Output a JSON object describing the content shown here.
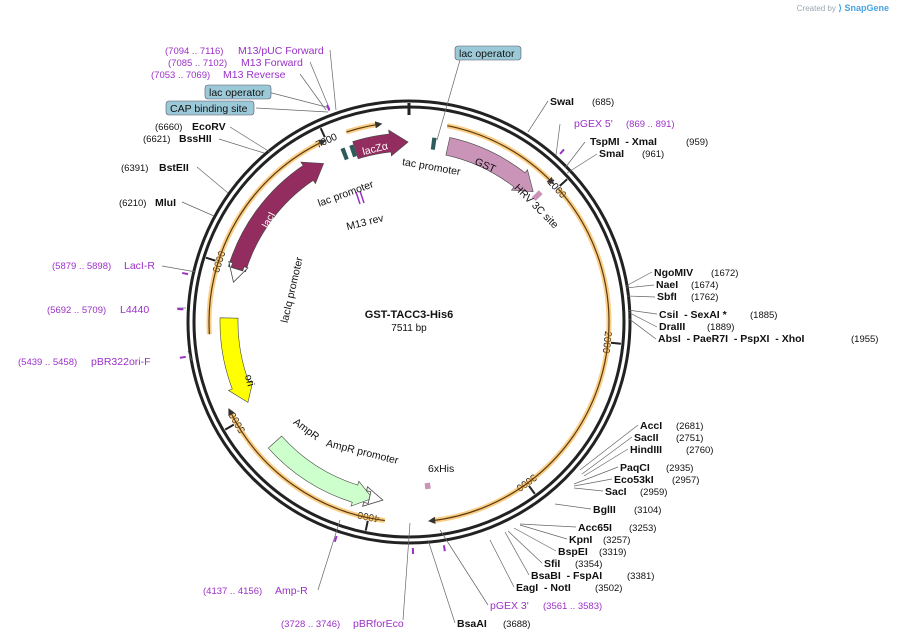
{
  "credit": {
    "prefix": "Created by",
    "brand": "SnapGene"
  },
  "plasmid": {
    "name": "GST-TACC3-His6",
    "length": "7511 bp",
    "length_bp": 7511
  },
  "ticks": [
    "1000",
    "2000",
    "3000",
    "4000",
    "5000",
    "6000",
    "7000"
  ],
  "features": {
    "lacZa": "lacZα",
    "lacI": "lacI",
    "GST": "GST",
    "ori": "ori",
    "AmpR": "AmpR",
    "lac_promoter": "lac promoter",
    "tac_promoter": "tac promoter",
    "lacIq_promoter": "lacIq promoter",
    "AmpR_promoter": "AmpR promoter",
    "HRV": "HRV 3C site",
    "M13rev": "M13 rev",
    "sixHis": "6xHis",
    "lac_operator_top": "lac operator",
    "lac_operator_left": "lac operator",
    "CAP": "CAP binding site"
  },
  "colors": {
    "lacZa": "#932d5f",
    "lacI": "#932d5f",
    "GST": "#c994b7",
    "ori": "#ffff00",
    "AmpR": "#ccffcc",
    "orf": "#f5a623",
    "box": "#9cc9d8",
    "primer": "#9b30c8"
  },
  "enzymes": [
    {
      "name": "SwaI",
      "pos": "(685)"
    },
    {
      "name": "TspMI  - XmaI",
      "pos": "(959)"
    },
    {
      "name": "SmaI",
      "pos": "(961)"
    },
    {
      "name": "NgoMIV",
      "pos": "(1672)"
    },
    {
      "name": "NaeI",
      "pos": "(1674)"
    },
    {
      "name": "SbfI",
      "pos": "(1762)"
    },
    {
      "name": "CsiI  - SexAI *",
      "pos": "(1885)"
    },
    {
      "name": "DraIII",
      "pos": "(1889)"
    },
    {
      "name": "AbsI  - PaeR7I  - PspXI  - XhoI",
      "pos": "(1955)"
    },
    {
      "name": "AccI",
      "pos": "(2681)"
    },
    {
      "name": "SacII",
      "pos": "(2751)"
    },
    {
      "name": "HindIII",
      "pos": "(2760)"
    },
    {
      "name": "PaqCI",
      "pos": "(2935)"
    },
    {
      "name": "Eco53kI",
      "pos": "(2957)"
    },
    {
      "name": "SacI",
      "pos": "(2959)"
    },
    {
      "name": "BglII",
      "pos": "(3104)"
    },
    {
      "name": "Acc65I",
      "pos": "(3253)"
    },
    {
      "name": "KpnI",
      "pos": "(3257)"
    },
    {
      "name": "BspEI",
      "pos": "(3319)"
    },
    {
      "name": "SfiI",
      "pos": "(3354)"
    },
    {
      "name": "BsaBI  - FspAI",
      "pos": "(3381)"
    },
    {
      "name": "EagI  - NotI",
      "pos": "(3502)"
    },
    {
      "name": "BsaAI",
      "pos": "(3688)"
    },
    {
      "name": "MluI",
      "pos": "(6210)"
    },
    {
      "name": "BstEII",
      "pos": "(6391)"
    },
    {
      "name": "BssHII",
      "pos": "(6621)"
    },
    {
      "name": "EcoRV",
      "pos": "(6660)"
    }
  ],
  "primers": [
    {
      "name": "pGEX 5'",
      "pos": "(869 .. 891)"
    },
    {
      "name": "pGEX 3'",
      "pos": "(3561 .. 3583)"
    },
    {
      "name": "pBRforEco",
      "pos": "(3728 .. 3746)"
    },
    {
      "name": "Amp-R",
      "pos": "(4137 .. 4156)"
    },
    {
      "name": "pBR322ori-F",
      "pos": "(5439 .. 5458)"
    },
    {
      "name": "L4440",
      "pos": "(5692 .. 5709)"
    },
    {
      "name": "LacI-R",
      "pos": "(5879 .. 5898)"
    },
    {
      "name": "M13 Reverse",
      "pos": "(7053 .. 7069)"
    },
    {
      "name": "M13 Forward",
      "pos": "(7085 .. 7102)"
    },
    {
      "name": "M13/pUC Forward",
      "pos": "(7094 .. 7116)"
    }
  ]
}
